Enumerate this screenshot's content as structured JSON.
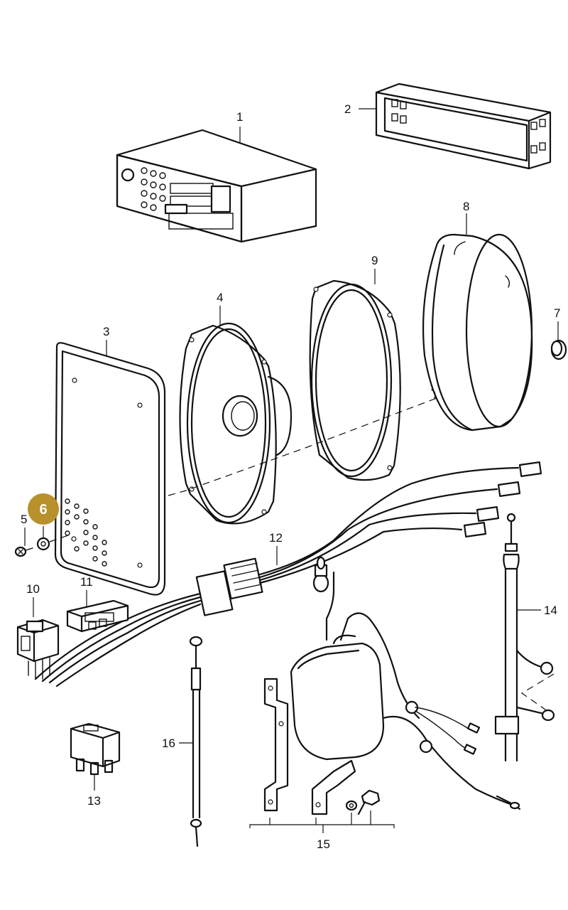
{
  "callouts": {
    "c1": "1",
    "c2": "2",
    "c3": "3",
    "c4": "4",
    "c5": "5",
    "c6": "6",
    "c7": "7",
    "c8": "8",
    "c9": "9",
    "c10": "10",
    "c11": "11",
    "c12": "12",
    "c13": "13",
    "c14": "14",
    "c15": "15",
    "c16": "16"
  },
  "highlight": {
    "part": "6",
    "color": "#b8912c"
  }
}
